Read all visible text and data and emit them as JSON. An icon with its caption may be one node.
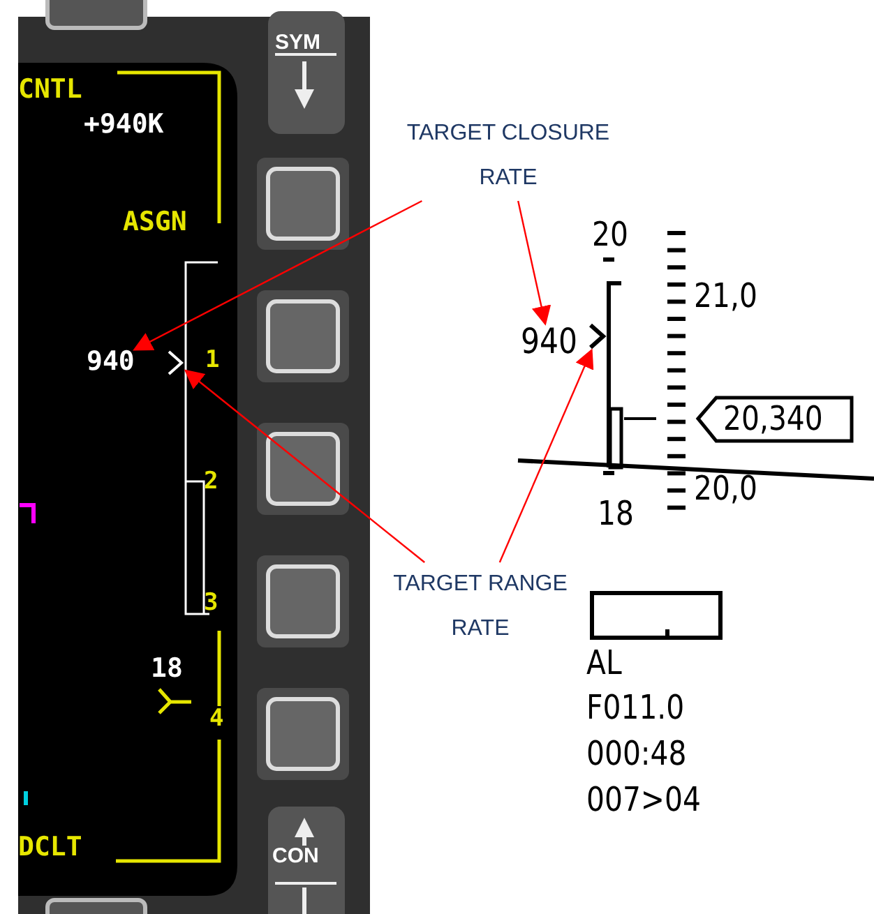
{
  "diagram": {
    "nodes": [
      {
        "text": [
          "TARGET CLOSURE RATE"
        ]
      },
      {
        "text": [
          "940"
        ]
      },
      {
        "text": [],
        "shape": "chevron"
      },
      {
        "text": [
          "940"
        ]
      },
      {
        "text": [],
        "shape": "chevron"
      },
      {
        "text": [
          "TARGET RANGE RATE"
        ]
      }
    ],
    "edges": [
      {
        "from": 0,
        "to": 1,
        "arrow": "to",
        "color": "#ff0000"
      },
      {
        "from": 0,
        "to": 3,
        "arrow": "to",
        "color": "#ff0000"
      },
      {
        "from": 5,
        "to": 2,
        "arrow": "to",
        "color": "#ff0000"
      },
      {
        "from": 5,
        "to": 4,
        "arrow": "to",
        "color": "#ff0000"
      }
    ],
    "labels": [
      "SYM",
      "CNTL",
      "+940K",
      "ASGN",
      "1",
      "2",
      "3",
      "18",
      "4",
      "DCLT",
      "CON",
      "20",
      "21,0",
      "20,340",
      "20,0",
      "18",
      "AL",
      "F011.0",
      "000:48",
      "007>04"
    ]
  }
}
